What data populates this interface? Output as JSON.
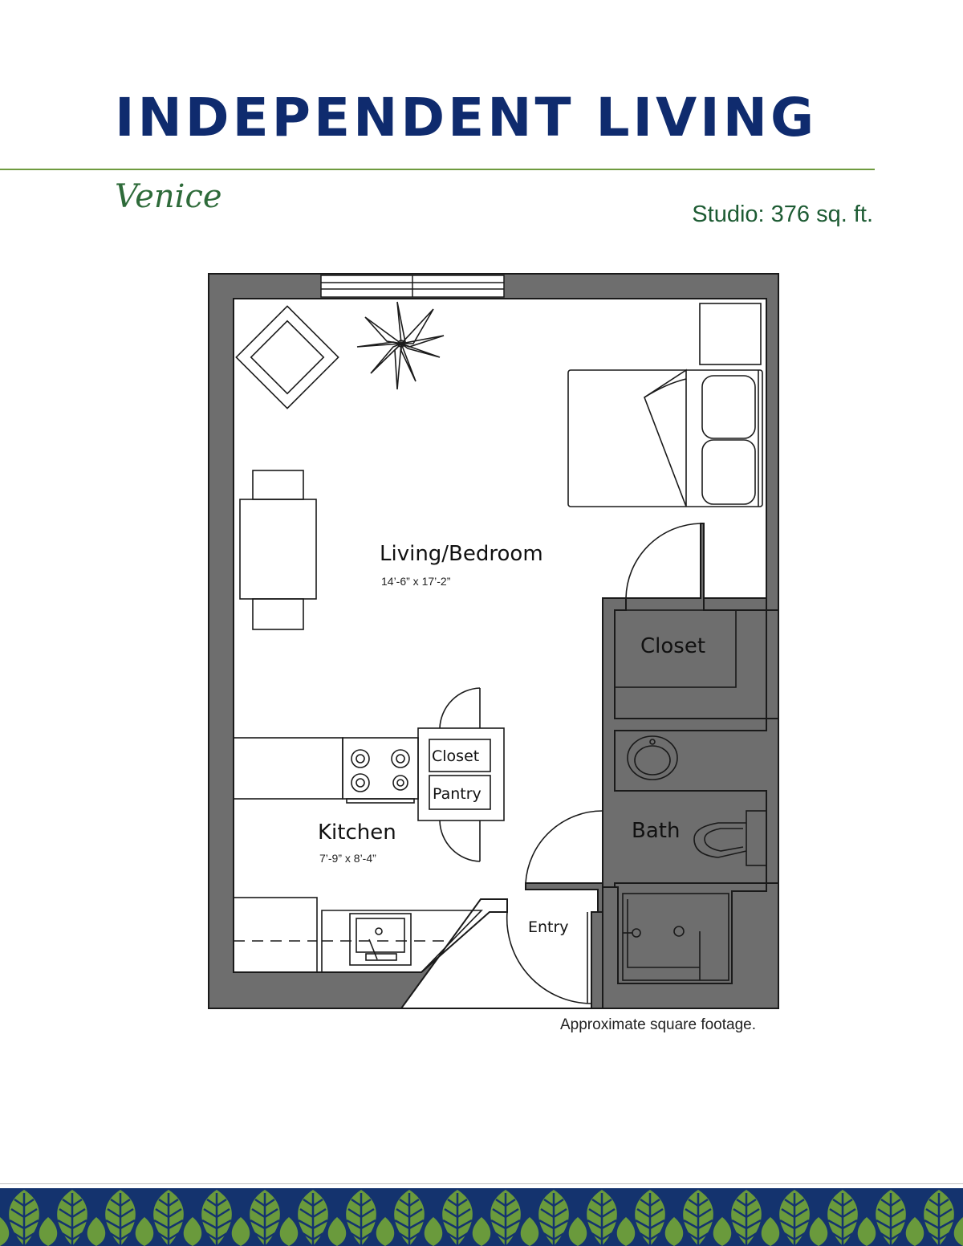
{
  "header": {
    "title": "INDEPENDENT LIVING",
    "plan_name": "Venice",
    "unit_size": "Studio: 376 sq. ft."
  },
  "rooms": {
    "living": {
      "name": "Living/Bedroom",
      "dims": "14’-6” x 17’-2”"
    },
    "closet_main": {
      "name": "Closet"
    },
    "kitchen": {
      "name": "Kitchen",
      "dims": "7’-9” x 8’-4”"
    },
    "closet_small": {
      "name": "Closet"
    },
    "pantry": {
      "name": "Pantry"
    },
    "bath": {
      "name": "Bath"
    },
    "entry": {
      "name": "Entry"
    }
  },
  "footnote": "Approximate square footage.",
  "colors": {
    "title_blue": "#0f2b6e",
    "accent_green": "#6f9b3f",
    "text_green": "#1d5b33",
    "wall_gray": "#6e6e6e",
    "leaf_green": "#6a9a3c",
    "leaf_navy": "#14336e"
  }
}
